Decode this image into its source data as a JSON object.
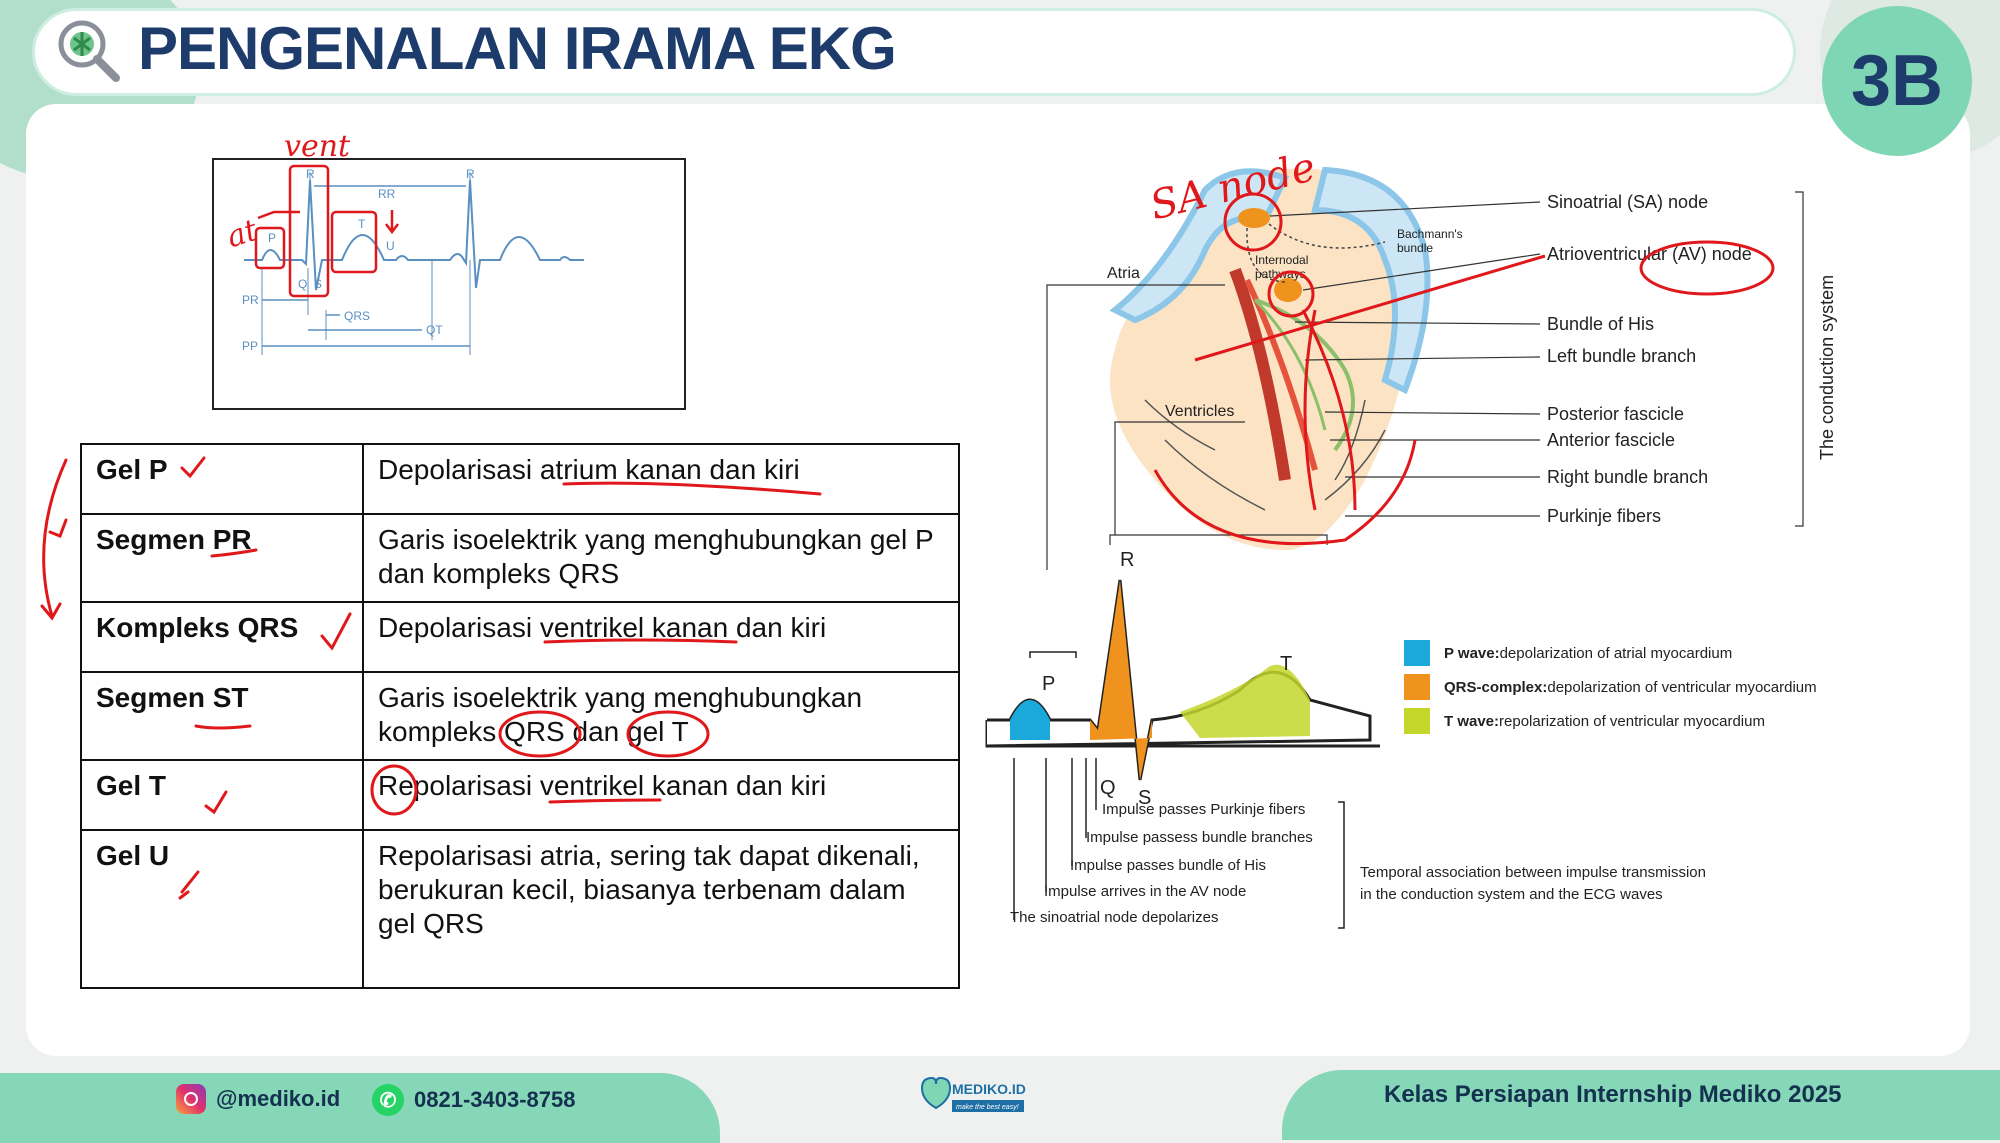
{
  "header": {
    "title": "PENGENALAN IRAMA EKG",
    "badge": "3B"
  },
  "ekg_diagram": {
    "labels": {
      "r1": "R",
      "r2": "R",
      "rr": "RR",
      "p": "P",
      "t": "T",
      "u": "U",
      "q": "Q",
      "s": "S",
      "pr": "PR",
      "qrs": "QRS",
      "qt": "QT",
      "pp": "PP"
    }
  },
  "table": {
    "rows": [
      {
        "term": "Gel P",
        "desc": "Depolarisasi atrium kanan dan kiri"
      },
      {
        "term": "Segmen PR",
        "desc": "Garis isoelektrik yang menghubungkan gel P dan kompleks QRS"
      },
      {
        "term": "Kompleks QRS",
        "desc": "Depolarisasi ventrikel kanan dan kiri"
      },
      {
        "term": "Segmen ST",
        "desc": "Garis isoelektrik yang menghubungkan kompleks QRS dan gel T"
      },
      {
        "term": "Gel T",
        "desc": "Repolarisasi ventrikel kanan dan kiri"
      },
      {
        "term": "Gel U",
        "desc": "Repolarisasi atria, sering tak dapat dikenali, berukuran kecil, biasanya terbenam dalam gel QRS"
      }
    ]
  },
  "heart": {
    "labels": {
      "sa": "Sinoatrial (SA) node",
      "av": "Atrioventricular (AV) node",
      "his": "Bundle of His",
      "lbb": "Left bundle branch",
      "post": "Posterior fascicle",
      "ant": "Anterior fascicle",
      "rbb": "Right bundle branch",
      "purk": "Purkinje fibers",
      "bach1": "Bachmann's",
      "bach2": "bundle",
      "intern1": "Internodal",
      "intern2": "pathways",
      "atria": "Atria",
      "ventricles": "Ventricles",
      "system": "The conduction system"
    }
  },
  "wave": {
    "labels": {
      "p": "P",
      "q": "Q",
      "r": "R",
      "s": "S",
      "t": "T"
    },
    "steps": [
      "Impulse passes Purkinje fibers",
      "Impulse passess bundle branches",
      "Impulse passes bundle of His",
      "Impulse arrives in the AV node",
      "The sinoatrial node depolarizes"
    ],
    "note1": "Temporal association between impulse transmission",
    "note2": "in the conduction system and the ECG waves"
  },
  "legend": [
    {
      "bold": "P wave:",
      "text": " depolarization of atrial myocardium",
      "color": "#1ba8db"
    },
    {
      "bold": "QRS-complex:",
      "text": " depolarization of ventricular myocardium",
      "color": "#f0921e"
    },
    {
      "bold": "T wave:",
      "text": " repolarization of ventricular myocardium",
      "color": "#c4d62a"
    }
  ],
  "annotations": {
    "vent": "vent",
    "at": "at",
    "sa_node": "SA node"
  },
  "footer": {
    "instagram": "@mediko.id",
    "phone": "0821-3403-8758",
    "logo": "MEDIKO.ID",
    "tagline": "make the best easy!",
    "course": "Kelas Persiapan Internship Mediko 2025"
  },
  "colors": {
    "title": "#1d3b6b",
    "accent": "#7fd6b5",
    "annotation": "#e0181b"
  }
}
